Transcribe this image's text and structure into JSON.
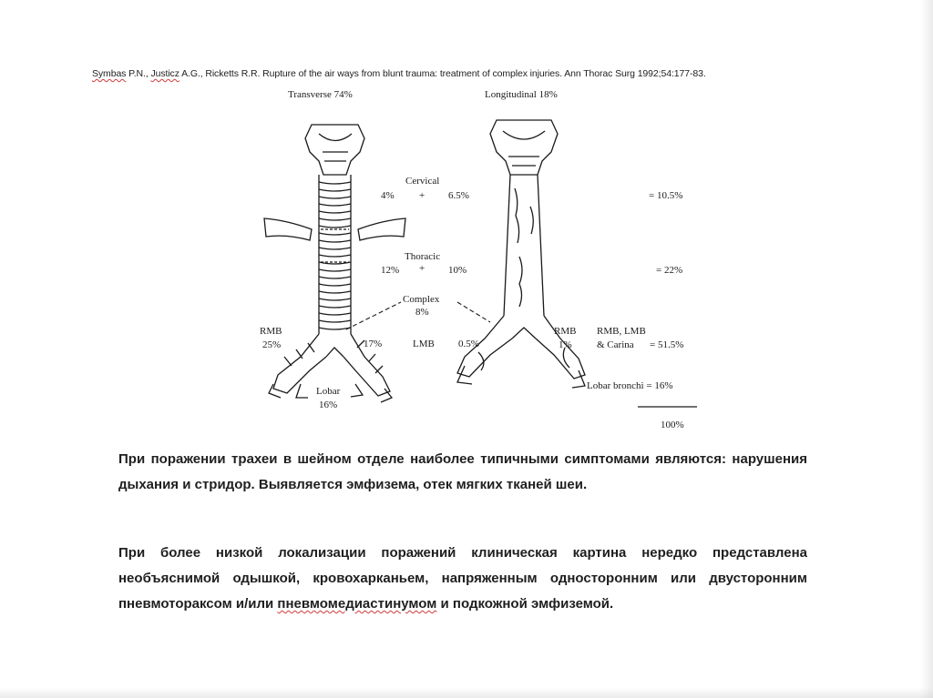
{
  "citation": {
    "author1": "Symbas",
    "author1_rest": " P.N., ",
    "author2": "Justicz",
    "author2_rest": " A.G., Ricketts R.R. Rupture of the air ways from blunt trauma: treatment of complex injuries. Ann Thorac Surg 1992;54:177-83."
  },
  "figure": {
    "transverse_title": "Transverse 74%",
    "longitudinal_title": "Longitudinal 18%",
    "cervical_label": "Cervical",
    "cervical_left": "4%",
    "plus": "+",
    "cervical_right": "6.5%",
    "cervical_total": "= 10.5%",
    "thoracic_label": "Thoracic",
    "thoracic_left": "12%",
    "thoracic_right": "10%",
    "thoracic_total": "= 22%",
    "complex_label": "Complex",
    "complex_value": "8%",
    "rmb_left_label": "RMB",
    "rmb_left_value": "25%",
    "lmb_left_value": "17%",
    "lmb_label": "LMB",
    "lmb_right_value": "0.5%",
    "rmb_right_label": "RMB",
    "rmb_right_value": "1%",
    "carina_label_1": "RMB, LMB",
    "carina_label_2": "& Carina",
    "carina_total": "= 51.5%",
    "lobar_label": "Lobar",
    "lobar_value": "16%",
    "lobar_bronchi_total": "Lobar bronchi = 16%",
    "grand_total": "100%"
  },
  "body": {
    "paragraph1": "При поражении трахеи в шейном отделе наиболее типичными симптомами являются: нарушения дыхания и стридор. Выявляется эмфизема, отек мягких тканей шеи.",
    "paragraph2_pre": "При более низкой локализации поражений клиническая картина нередко представлена необъяснимой одышкой, кровохарканьем, напряженным односторонним или двусторонним пневмотораксом и/или ",
    "paragraph2_squiggle": "пневмомедиастинумом",
    "paragraph2_post": " и подкожной эмфиземой."
  }
}
